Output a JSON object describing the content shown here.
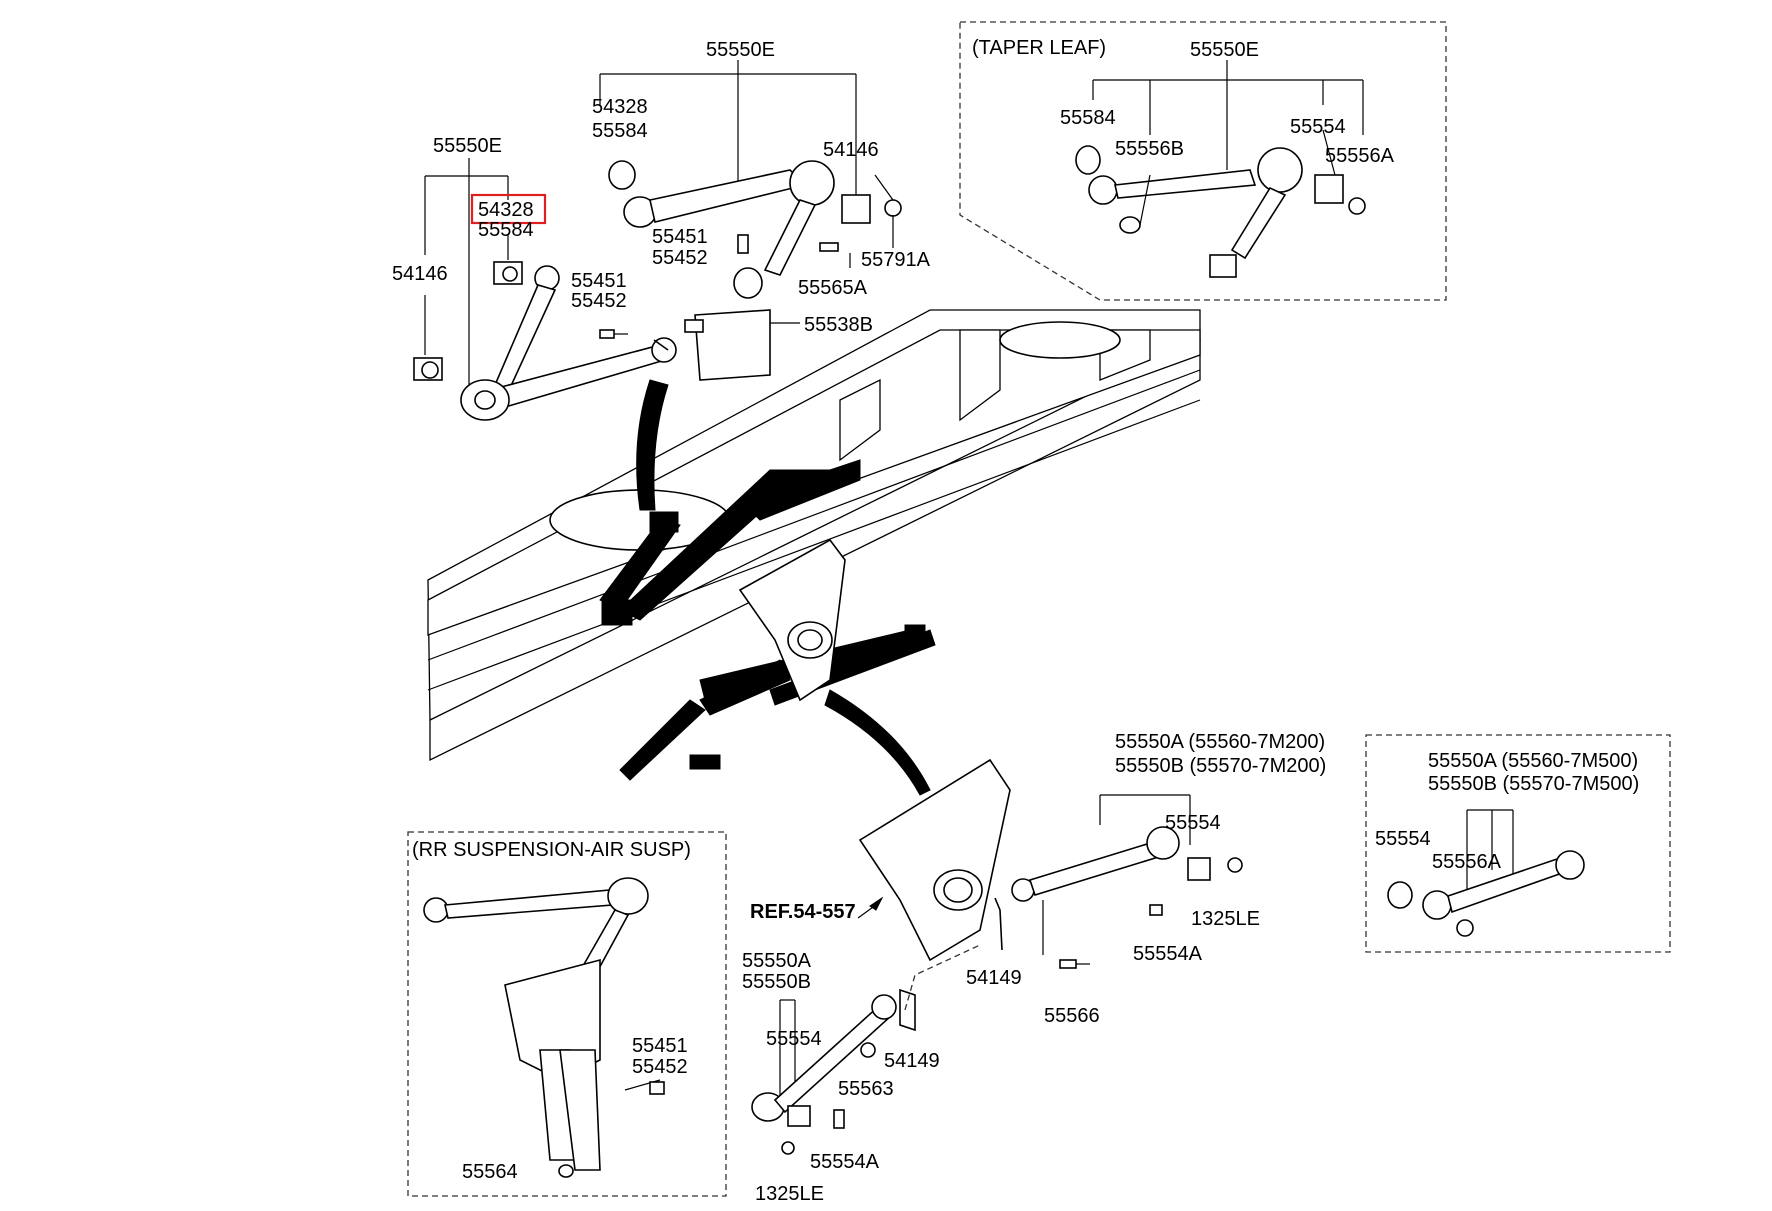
{
  "labels": {
    "top_center_group": "55550E",
    "tc_54328": "54328",
    "tc_55584": "55584",
    "tc_54146": "54146",
    "tc_55451": "55451",
    "tc_55452": "55452",
    "tc_55565A": "55565A",
    "tc_55791A": "55791A",
    "tc_55538B": "55538B",
    "left_group": "55550E",
    "left_54328_selected": "54328",
    "left_55584": "55584",
    "left_54146": "54146",
    "left_55451": "55451",
    "left_55452": "55452",
    "taper_title": "(TAPER LEAF)",
    "taper_group": "55550E",
    "taper_55584": "55584",
    "taper_55556B": "55556B",
    "taper_55554": "55554",
    "taper_55556A": "55556A",
    "rr_title": "(RR SUSPENSION-AIR SUSP)",
    "rr_55451": "55451",
    "rr_55452": "55452",
    "rr_55564": "55564",
    "ref": "REF.54-557",
    "br_55550A": "55550A (55560-7M200)",
    "br_55550B": "55550B (55570-7M200)",
    "br_55554": "55554",
    "br_1325LE": "1325LE",
    "br_55554A": "55554A",
    "br_54149": "54149",
    "br_55566": "55566",
    "bl_55550A": "55550A",
    "bl_55550B": "55550B",
    "bl_55554": "55554",
    "bl_54149": "54149",
    "bl_55563": "55563",
    "bl_55554A": "55554A",
    "bl_1325LE": "1325LE",
    "fr_55550A": "55550A (55560-7M500)",
    "fr_55550B": "55550B (55570-7M500)",
    "fr_55554": "55554",
    "fr_55556A": "55556A"
  },
  "highlight": {
    "part": "54328",
    "color": "#e02020"
  }
}
